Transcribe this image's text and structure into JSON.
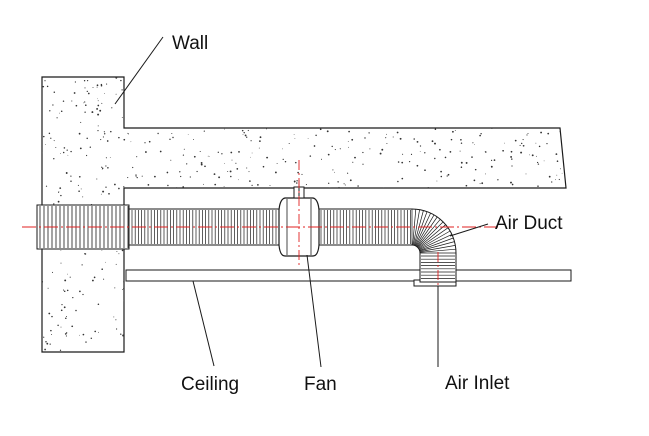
{
  "labels": {
    "wall": "Wall",
    "air_duct": "Air Duct",
    "ceiling": "Ceiling",
    "fan": "Fan",
    "air_inlet": "Air Inlet"
  },
  "colors": {
    "line": "#1a1a1a",
    "centerline": "#e02020",
    "concrete_fill": "#ffffff",
    "speckle": "#333333",
    "background": "#ffffff"
  }
}
